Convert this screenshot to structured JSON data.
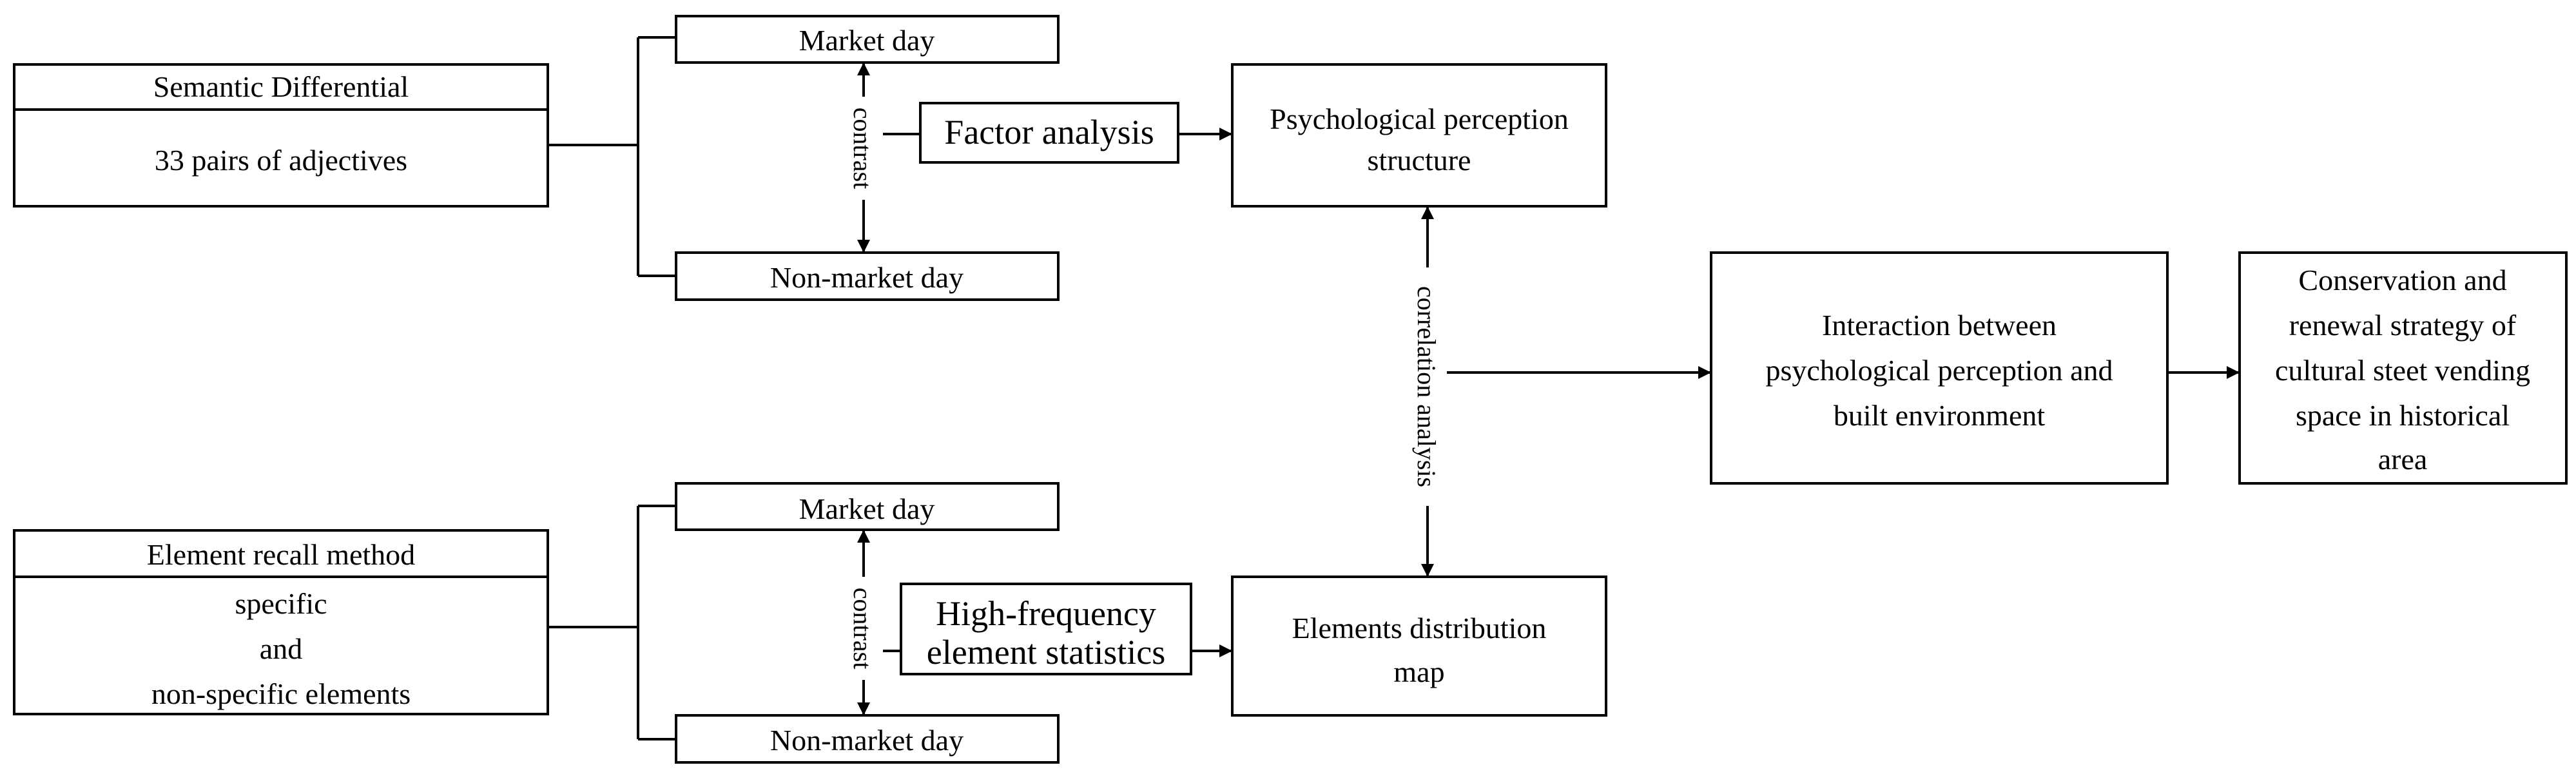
{
  "semantic_box": {
    "title": "Semantic Differential",
    "body": "33 pairs of adjectives"
  },
  "recall_box": {
    "title": "Element recall method",
    "body_lines": [
      "specific",
      "and",
      "non-specific elements"
    ]
  },
  "top_branch": {
    "market_day": "Market day",
    "non_market_day": "Non-market day",
    "contrast": "contrast",
    "analysis": "Factor analysis",
    "result_lines": [
      "Psychological perception",
      "structure"
    ]
  },
  "bottom_branch": {
    "market_day": "Market day",
    "non_market_day": "Non-market day",
    "contrast": "contrast",
    "analysis_lines": [
      "High-frequency",
      "element statistics"
    ],
    "result_lines": [
      "Elements distribution",
      "map"
    ]
  },
  "correlation_label": "correlation analysis",
  "interaction_lines": [
    "Interaction between",
    "psychological perception and",
    "built environment"
  ],
  "strategy_lines": [
    "Conservation and",
    "renewal strategy of",
    "cultural steet vending",
    "space in historical",
    "area"
  ]
}
